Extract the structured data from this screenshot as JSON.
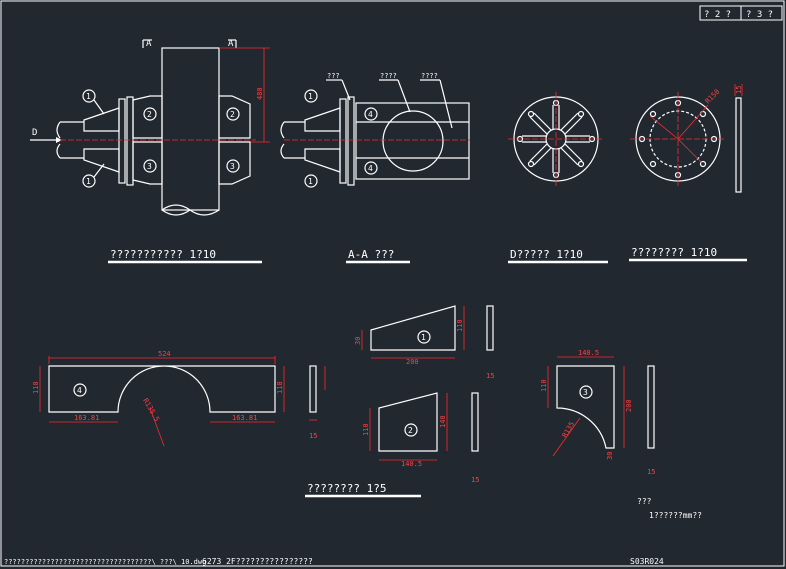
{
  "title_block": {
    "sheet": "? 2 ?",
    "total": "? 3 ?"
  },
  "views": {
    "main_view_title": "??????????? 1?10",
    "section_title": "A-A ???",
    "d_view_title": "D????? 1?10",
    "plate_view_title": "???????? 1?10",
    "parts_title": "???????? 1?5"
  },
  "labels": {
    "section_mark_left": "A",
    "section_mark_right": "A",
    "direction_d": "D",
    "leader_1": "???",
    "leader_2": "????",
    "leader_3": "????"
  },
  "balloons": [
    "1",
    "2",
    "3",
    "4"
  ],
  "dims": {
    "main_height": "480",
    "plate_thk": "15",
    "radius_top": "R150",
    "p4_width": "524",
    "p4_height": "110",
    "p4_seg_left": "163.81",
    "p4_seg_right": "163.81",
    "p4_radius": "R135.5",
    "p4_thk": "15",
    "p4_side_h": "110",
    "p1_width": "200",
    "p1_left_h": "30",
    "p1_right_h": "110",
    "p1_thk": "15",
    "p2_width": "140.5",
    "p2_left_h": "110",
    "p2_right_h": "140",
    "p2_thk": "15",
    "p3_width": "140.5",
    "p3_left_h": "110",
    "p3_right_h": "200",
    "p3_bottom": "30",
    "p3_radius": "R135",
    "p3_thk": "15"
  },
  "notes": {
    "note_title": "???",
    "note_line": "1??????mm??"
  },
  "footer": {
    "path": "???????????????????????????????????\\ ???\\ 10.dwg",
    "drawing_info": "6273  2F????????????????",
    "code": "S03R024"
  },
  "colors": {
    "background": "#212830",
    "lines": "#ffffff",
    "dimensions": "#ff2a2a"
  }
}
